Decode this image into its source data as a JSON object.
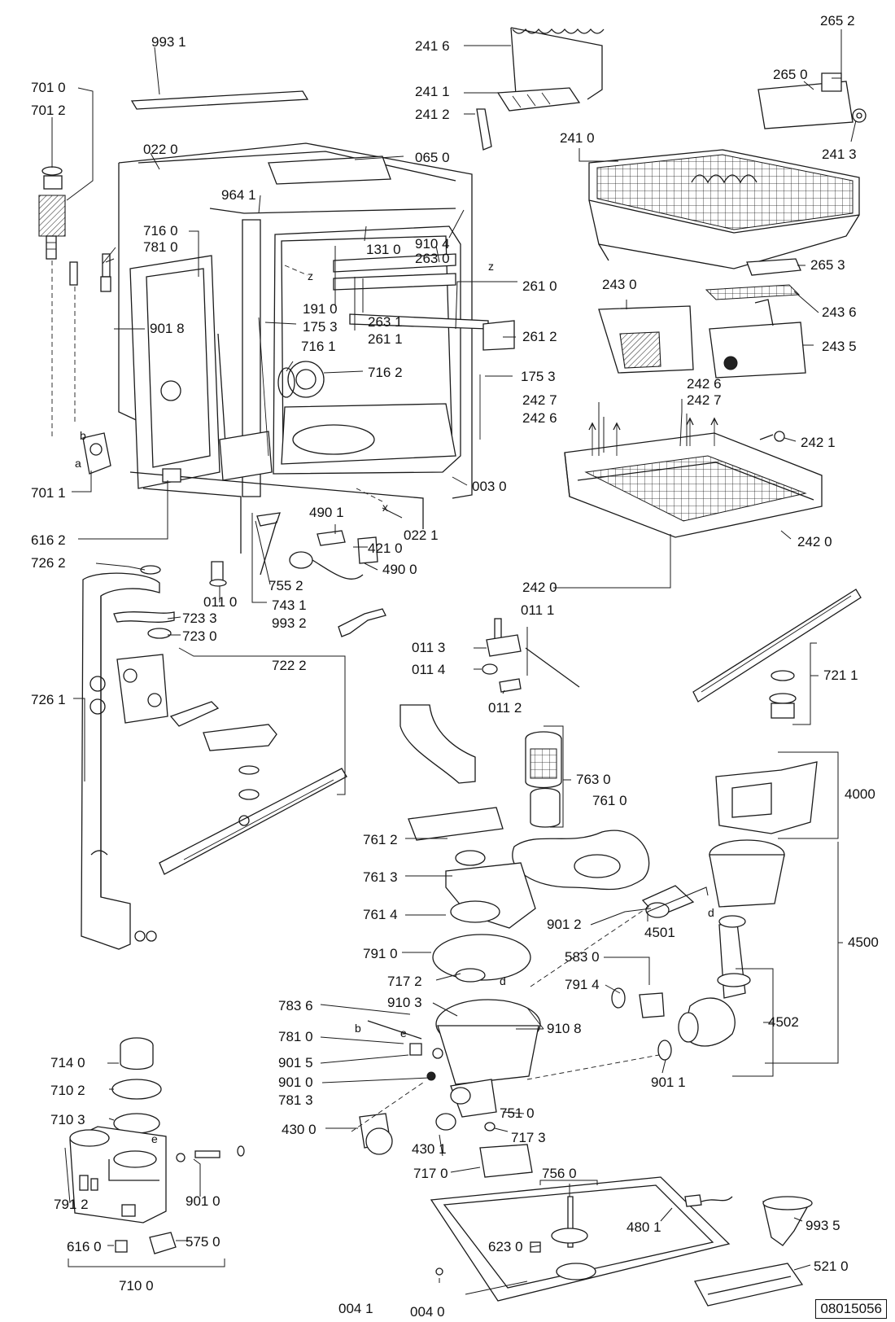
{
  "diagram": {
    "reference_code": "08015056",
    "labels": [
      {
        "id": "l-9931",
        "text": "993 1"
      },
      {
        "id": "l-7010",
        "text": "701 0"
      },
      {
        "id": "l-7012",
        "text": "701 2"
      },
      {
        "id": "l-0220",
        "text": "022 0"
      },
      {
        "id": "l-0650",
        "text": "065 0"
      },
      {
        "id": "l-2416",
        "text": "241 6"
      },
      {
        "id": "l-2411",
        "text": "241 1"
      },
      {
        "id": "l-2412",
        "text": "241 2"
      },
      {
        "id": "l-2410",
        "text": "241 0"
      },
      {
        "id": "l-2652",
        "text": "265 2"
      },
      {
        "id": "l-2650",
        "text": "265 0"
      },
      {
        "id": "l-2413",
        "text": "241 3"
      },
      {
        "id": "l-9641",
        "text": "964 1"
      },
      {
        "id": "l-9104",
        "text": "910 4"
      },
      {
        "id": "l-1310",
        "text": "131 0"
      },
      {
        "id": "l-2630",
        "text": "263 0"
      },
      {
        "id": "l-2610",
        "text": "261 0"
      },
      {
        "id": "l-7160",
        "text": "716 0"
      },
      {
        "id": "l-7810a",
        "text": "781 0"
      },
      {
        "id": "l-1910",
        "text": "191 0"
      },
      {
        "id": "l-1753a",
        "text": "175 3"
      },
      {
        "id": "l-2631",
        "text": "263 1"
      },
      {
        "id": "l-2611",
        "text": "261 1"
      },
      {
        "id": "l-2612",
        "text": "261 2"
      },
      {
        "id": "l-9018",
        "text": "901 8"
      },
      {
        "id": "l-7161",
        "text": "716 1"
      },
      {
        "id": "l-7162",
        "text": "716 2"
      },
      {
        "id": "l-1753b",
        "text": "175 3"
      },
      {
        "id": "l-2653",
        "text": "265 3"
      },
      {
        "id": "l-2430",
        "text": "243 0"
      },
      {
        "id": "l-2436",
        "text": "243 6"
      },
      {
        "id": "l-2435",
        "text": "243 5"
      },
      {
        "id": "l-2426a",
        "text": "242 6"
      },
      {
        "id": "l-2427a",
        "text": "242 7"
      },
      {
        "id": "l-2427b",
        "text": "242 7"
      },
      {
        "id": "l-2426b",
        "text": "242 6"
      },
      {
        "id": "l-2421",
        "text": "242 1"
      },
      {
        "id": "l-7011",
        "text": "701 1"
      },
      {
        "id": "l-0030",
        "text": "003 0"
      },
      {
        "id": "l-0221",
        "text": "022 1"
      },
      {
        "id": "l-4901",
        "text": "490 1"
      },
      {
        "id": "l-4210",
        "text": "421 0"
      },
      {
        "id": "l-4900",
        "text": "490 0"
      },
      {
        "id": "l-6162",
        "text": "616 2"
      },
      {
        "id": "l-2420a",
        "text": "242 0"
      },
      {
        "id": "l-7262",
        "text": "726 2"
      },
      {
        "id": "l-0110",
        "text": "011 0"
      },
      {
        "id": "l-7552",
        "text": "755 2"
      },
      {
        "id": "l-7431",
        "text": "743 1"
      },
      {
        "id": "l-7233",
        "text": "723 3"
      },
      {
        "id": "l-7230",
        "text": "723 0"
      },
      {
        "id": "l-9932",
        "text": "993 2"
      },
      {
        "id": "l-2420b",
        "text": "242 0"
      },
      {
        "id": "l-0111",
        "text": "011  1"
      },
      {
        "id": "l-0113",
        "text": "011 3"
      },
      {
        "id": "l-0114",
        "text": "011 4"
      },
      {
        "id": "l-0112",
        "text": "011 2"
      },
      {
        "id": "l-7222",
        "text": "722 2"
      },
      {
        "id": "l-7261",
        "text": "726 1"
      },
      {
        "id": "l-7211",
        "text": "721 1"
      },
      {
        "id": "l-7630",
        "text": "763 0"
      },
      {
        "id": "l-7610",
        "text": "761 0"
      },
      {
        "id": "l-4000",
        "text": "4000"
      },
      {
        "id": "l-7612",
        "text": "761 2"
      },
      {
        "id": "l-7613",
        "text": "761 3"
      },
      {
        "id": "l-7614",
        "text": "761 4"
      },
      {
        "id": "l-9012",
        "text": "901 2"
      },
      {
        "id": "l-4501",
        "text": "4501"
      },
      {
        "id": "l-4500",
        "text": "4500"
      },
      {
        "id": "l-7910",
        "text": "791 0"
      },
      {
        "id": "l-5830",
        "text": "583 0"
      },
      {
        "id": "l-7172",
        "text": "717 2"
      },
      {
        "id": "l-7914",
        "text": "791 4"
      },
      {
        "id": "l-9103",
        "text": "910 3"
      },
      {
        "id": "l-9108",
        "text": "910 8"
      },
      {
        "id": "l-7836",
        "text": "783 6"
      },
      {
        "id": "l-7810b",
        "text": "781 0"
      },
      {
        "id": "l-4502",
        "text": "4502"
      },
      {
        "id": "l-7140",
        "text": "714 0"
      },
      {
        "id": "l-9015",
        "text": "901 5"
      },
      {
        "id": "l-9010a",
        "text": "901 0"
      },
      {
        "id": "l-9011",
        "text": "901 1"
      },
      {
        "id": "l-7102",
        "text": "710 2"
      },
      {
        "id": "l-7813",
        "text": "781 3"
      },
      {
        "id": "l-7510",
        "text": "751 0"
      },
      {
        "id": "l-7103",
        "text": "710 3"
      },
      {
        "id": "l-4300",
        "text": "430 0"
      },
      {
        "id": "l-7173",
        "text": "717 3"
      },
      {
        "id": "l-4301",
        "text": "430 1"
      },
      {
        "id": "l-7170",
        "text": "717 0"
      },
      {
        "id": "l-7560",
        "text": "756 0"
      },
      {
        "id": "l-9010b",
        "text": "901 0"
      },
      {
        "id": "l-7912",
        "text": "791 2"
      },
      {
        "id": "l-4801",
        "text": "480 1"
      },
      {
        "id": "l-9935",
        "text": "993 5"
      },
      {
        "id": "l-5750",
        "text": "575 0"
      },
      {
        "id": "l-6160",
        "text": "616 0"
      },
      {
        "id": "l-6230",
        "text": "623 0"
      },
      {
        "id": "l-7100",
        "text": "710 0"
      },
      {
        "id": "l-5210",
        "text": "521 0"
      },
      {
        "id": "l-0041",
        "text": "004 1"
      },
      {
        "id": "l-0040",
        "text": "004 0"
      }
    ],
    "letter_marks": [
      {
        "id": "m-z1",
        "text": "z"
      },
      {
        "id": "m-z2",
        "text": "z"
      },
      {
        "id": "m-x",
        "text": "x"
      },
      {
        "id": "m-a",
        "text": "a"
      },
      {
        "id": "m-b1",
        "text": "b"
      },
      {
        "id": "m-b2",
        "text": "b"
      },
      {
        "id": "m-e1",
        "text": "e"
      },
      {
        "id": "m-e2",
        "text": "e"
      },
      {
        "id": "m-d1",
        "text": "d"
      },
      {
        "id": "m-d2",
        "text": "d"
      }
    ]
  }
}
